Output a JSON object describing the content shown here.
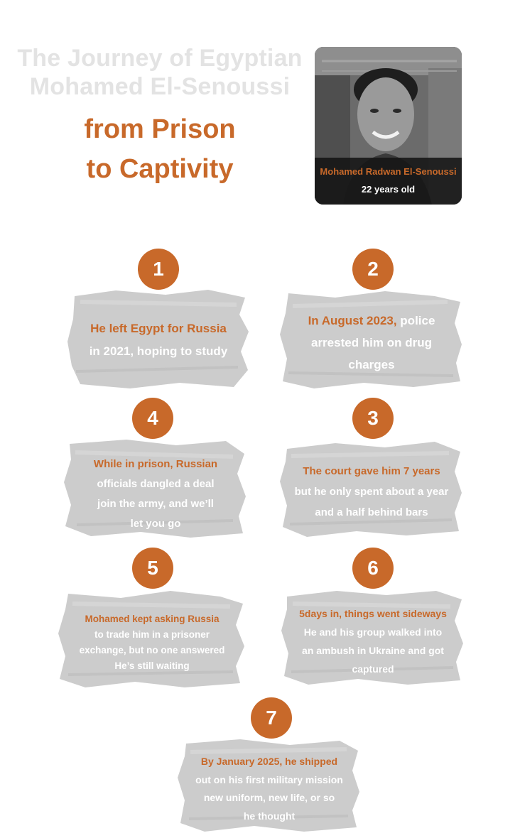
{
  "title": {
    "line1": "The Journey of Egyptian",
    "line2": "Mohamed El-Senoussi",
    "line3": "from Prison",
    "line4": "to Captivity"
  },
  "profile": {
    "name": "Mohamed Radwan El-Senoussi",
    "age": "22 years old"
  },
  "steps": [
    {
      "number": "1",
      "lines": [
        {
          "text": "He left Egypt for Russia"
        },
        {
          "text": "in 2021, hoping to study"
        }
      ]
    },
    {
      "number": "2",
      "lines": [
        {
          "text": "In August 2023,",
          "rest": " police"
        },
        {
          "text": "arrested him on drug"
        },
        {
          "text": "charges"
        }
      ]
    },
    {
      "number": "4",
      "lines": [
        {
          "text": "While in prison, Russian"
        },
        {
          "text": "officials dangled a deal"
        },
        {
          "text": "join the army, and we’ll"
        },
        {
          "text": "let you go"
        }
      ]
    },
    {
      "number": "3",
      "lines": [
        {
          "text": "The court gave him 7  years"
        },
        {
          "text": "but he only spent about a year"
        },
        {
          "text": "and a half behind bars"
        }
      ]
    },
    {
      "number": "5",
      "lines": [
        {
          "text": "Mohamed kept asking Russia"
        },
        {
          "text": "to trade him in a prisoner"
        },
        {
          "text": "exchange, but no one answered"
        },
        {
          "text": "He’s still waiting"
        }
      ]
    },
    {
      "number": "6",
      "lines": [
        {
          "text": "5days in, things went sideways"
        },
        {
          "text": "He and his group walked into"
        },
        {
          "text": "an ambush in Ukraine and got"
        },
        {
          "text": "captured"
        }
      ]
    },
    {
      "number": "7",
      "lines": [
        {
          "text": "By January 2025, he shipped"
        },
        {
          "text": "out on his first military mission"
        },
        {
          "text": "new uniform, new life, or so"
        },
        {
          "text": "he thought"
        }
      ]
    }
  ],
  "colors": {
    "accent": "#c8692a",
    "brush": "#cccccc",
    "title_gray": "#e3e3e3"
  }
}
